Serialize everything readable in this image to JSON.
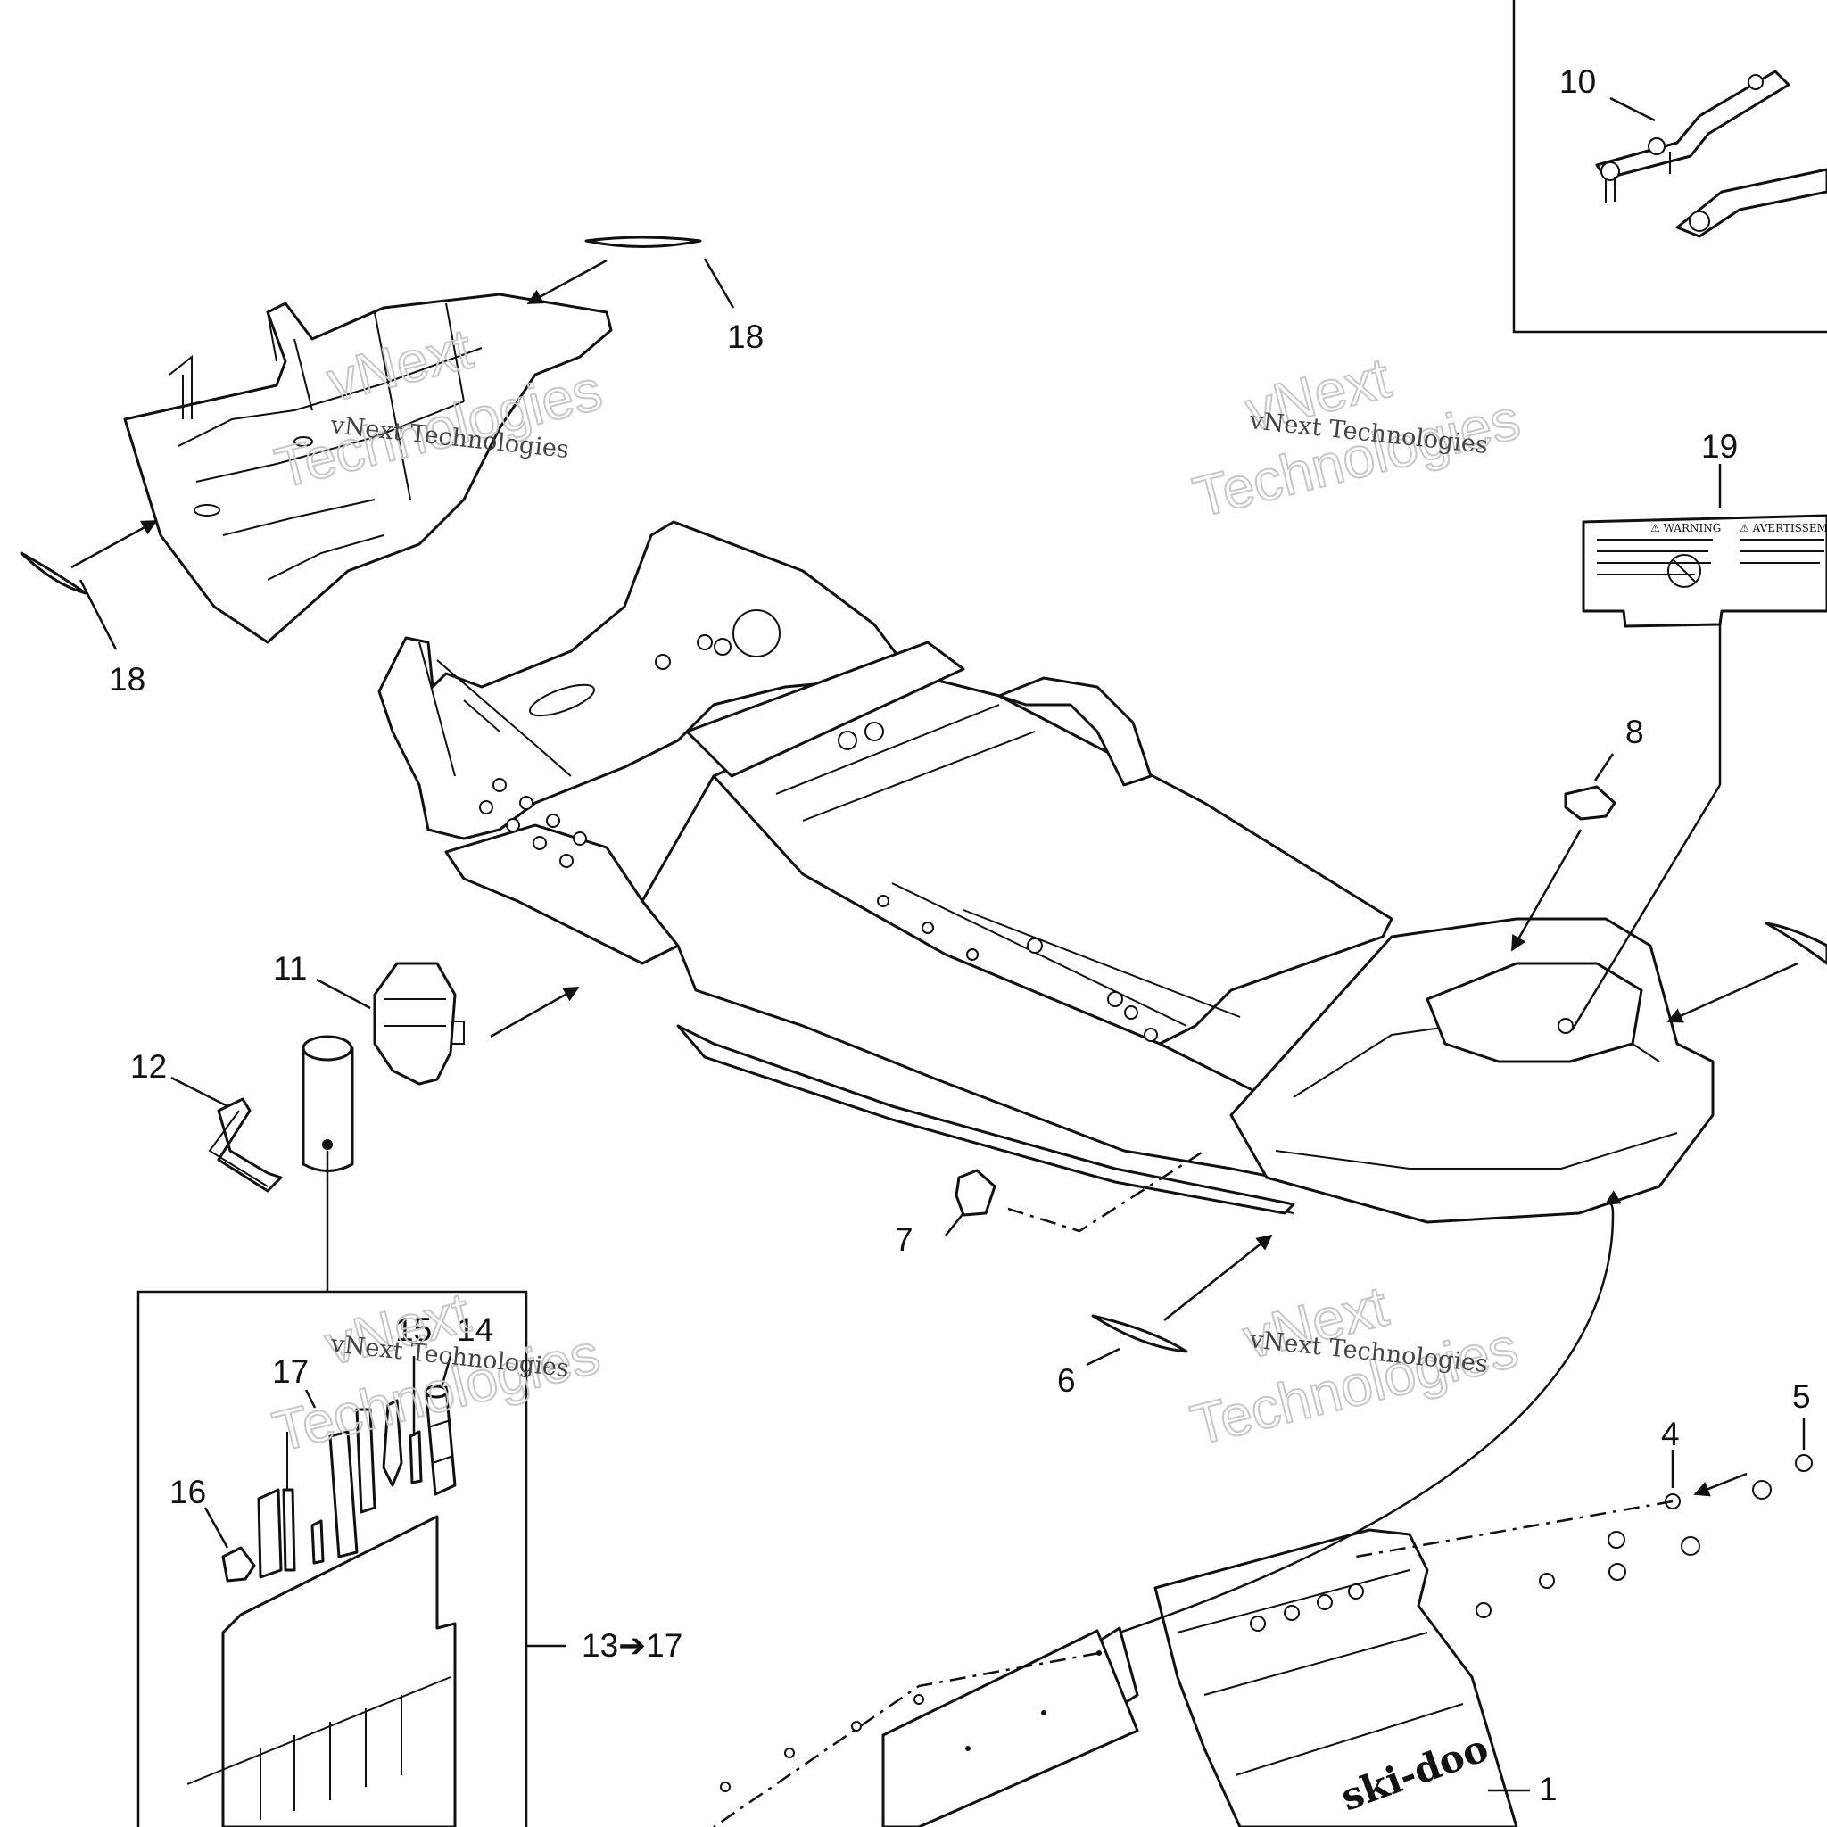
{
  "callouts": {
    "c1": "1",
    "c4": "4",
    "c5": "5",
    "c6": "6",
    "c7": "7",
    "c8": "8",
    "c10": "10",
    "c11": "11",
    "c12": "12",
    "c14": "14",
    "c15": "15",
    "c16": "16",
    "c17": "17",
    "c18a": "18",
    "c18b": "18",
    "c19": "19",
    "c13to17": "13➔17"
  },
  "watermark": {
    "brand": "vNext",
    "brand_line2": "Technologies",
    "caption": "vNext Technologies"
  },
  "nosepan_brand": "ski-doo",
  "label_19": {
    "left_heading": "⚠ WARNING",
    "right_heading": "⚠ AVERTISSEMENT"
  }
}
